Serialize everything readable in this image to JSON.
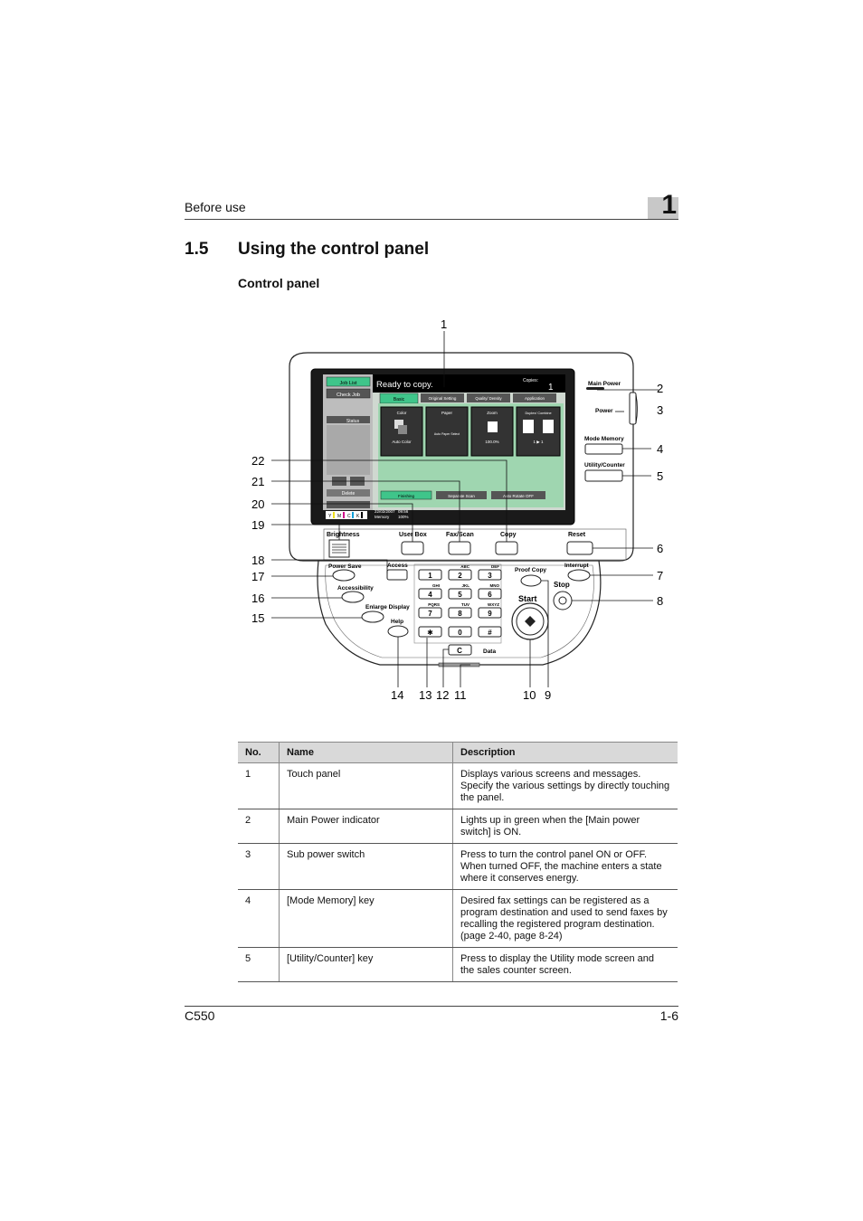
{
  "header": {
    "running_title": "Before use",
    "chapter": "1"
  },
  "section": {
    "number": "1.5",
    "title": "Using the control panel"
  },
  "subsection": "Control panel",
  "figure": {
    "screen": {
      "job_list": "Job List",
      "check_job": "Check Job",
      "status": "Status",
      "delete": "Delete",
      "message": "Ready to copy.",
      "copies_label": "Copies:",
      "copies_value": "1",
      "tabs": [
        "Basic",
        "Original Setting",
        "Quality/ Density",
        "Application"
      ],
      "tiles": [
        {
          "title": "Color",
          "value": "Auto Color"
        },
        {
          "title": "Paper",
          "value": "Auto Paper Select"
        },
        {
          "title": "Zoom",
          "value": "100.0%"
        },
        {
          "title": "Duplex/ Combine",
          "value": "1 ▶ 1"
        }
      ],
      "bottom_buttons": [
        "Finishing",
        "Separate Scan",
        "Auto Rotate OFF"
      ],
      "date": "22/02/2007",
      "time": "09:56",
      "memory_label": "Memory",
      "memory_value": "100%",
      "toner": [
        "Y",
        "M",
        "C",
        "K"
      ]
    },
    "keys": {
      "main_power": "Main Power",
      "power": "Power",
      "mode_memory": "Mode Memory",
      "utility_counter": "Utility/Counter",
      "brightness": "Brightness",
      "user_box": "User Box",
      "fax_scan": "Fax/Scan",
      "copy": "Copy",
      "reset": "Reset",
      "access": "Access",
      "power_save": "Power Save",
      "accessibility": "Accessibility",
      "enlarge_display": "Enlarge Display",
      "help": "Help",
      "proof_copy": "Proof Copy",
      "interrupt": "Interrupt",
      "stop": "Stop",
      "start": "Start",
      "clear": "C",
      "data": "Data"
    },
    "keypad": [
      {
        "num": "1",
        "letters": ""
      },
      {
        "num": "2",
        "letters": "ABC"
      },
      {
        "num": "3",
        "letters": "DEF"
      },
      {
        "num": "4",
        "letters": "GHI"
      },
      {
        "num": "5",
        "letters": "JKL"
      },
      {
        "num": "6",
        "letters": "MNO"
      },
      {
        "num": "7",
        "letters": "PQRS"
      },
      {
        "num": "8",
        "letters": "TUV"
      },
      {
        "num": "9",
        "letters": "WXYZ"
      },
      {
        "num": "✱",
        "letters": ""
      },
      {
        "num": "0",
        "letters": ""
      },
      {
        "num": "#",
        "letters": ""
      }
    ],
    "callouts": [
      "1",
      "2",
      "3",
      "4",
      "5",
      "6",
      "7",
      "8",
      "9",
      "10",
      "11",
      "12",
      "13",
      "14",
      "15",
      "16",
      "17",
      "18",
      "19",
      "20",
      "21",
      "22"
    ]
  },
  "table": {
    "headers": [
      "No.",
      "Name",
      "Description"
    ],
    "rows": [
      {
        "no": "1",
        "name": "Touch panel",
        "description": "Displays various screens and messages. Specify the various settings by directly touching the panel."
      },
      {
        "no": "2",
        "name": "Main Power indicator",
        "description": "Lights up in green when the [Main power switch] is ON."
      },
      {
        "no": "3",
        "name": "Sub power switch",
        "description": "Press to turn the control panel ON or OFF. When turned OFF, the machine enters a state where it conserves energy."
      },
      {
        "no": "4",
        "name": "[Mode Memory] key",
        "description": "Desired fax settings can be registered as a program destination and used to send faxes by recalling the registered program destination. (page 2-40, page 8-24)"
      },
      {
        "no": "5",
        "name": "[Utility/Counter] key",
        "description": "Press to display the Utility mode screen and the sales counter screen."
      }
    ]
  },
  "footer": {
    "model": "C550",
    "page": "1-6"
  },
  "colors": {
    "chapter_box": "#c8c8c8",
    "table_header": "#d9d9d9",
    "screen_bg": "#111111",
    "screen_panel": "#cfd8d0",
    "accent_green": "#3fc58a"
  }
}
